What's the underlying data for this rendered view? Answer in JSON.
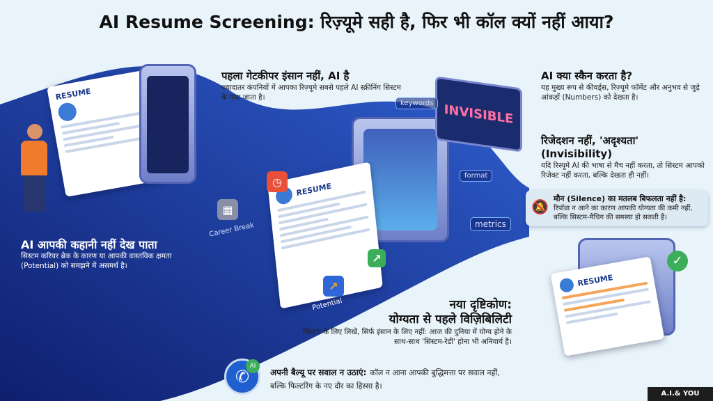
{
  "title": "AI Resume Screening: रिज़्यूमे सही है, फिर भी कॉल क्यों नहीं आया?",
  "sections": {
    "gatekeeper": {
      "heading": "पहला गेटकीपर इंसान नहीं, AI है",
      "body": "ज्यादातर कंपनियों में आपका रिज़्यूमे सबसे पहले AI स्क्रीनिंग सिस्टम के पास जाता है।"
    },
    "scan": {
      "heading": "AI क्या स्कैन करता है?",
      "body": "यह मुख्य रूप से कीवर्ड्स, रिज़्यूमे फॉर्मेट और अनुभव से जुड़े आंकड़ों (Numbers) को देखता है।"
    },
    "invisibility": {
      "heading": "रिजेदशन नहीं, 'अदृश्यता' (Invisibility)",
      "body": "यदि रिस्यूमे AI की भाषा से मैच नहीं करता, तो सिस्टम आपको रिजेक्ट नहीं करता, बल्कि देखता ही नहीं।"
    },
    "silence": {
      "heading": "मौन (Silence) का मतलब बिफलता नहीं है:",
      "body": "रिपॉन्रा न आने का कारण आपकी योग्यता की कमी नहीं, बल्कि सिस्टम-मैचिग की समस्या हो सकती है।"
    },
    "story": {
      "heading": "AI आपकी कहानी नहीं देख पाता",
      "body": "सिस्टम करियर ब्रेक के कारण या आपकी वास्तविक क्षमता (Potential) को समझने में असमर्थ है।"
    },
    "new_view": {
      "heading_1": "नया दृष्टिकोण:",
      "heading_2": "योग्यता से पहले विज़िबिलिटी",
      "body": "सिस्टम के लिए लिखें, सिर्फ इंसान के लिए नहीं: आज की दुनिया में योग्य होने के साथ-साथ 'सिस्टम-रेडी' होना भी अनिवार्य है।"
    },
    "value": {
      "heading": "अपनी बैल्यू पर सवाल न उठाएं:",
      "body": "कॉल न आना आपकी बुद्धिमत्ता पर सवाल नहीं, बल्कि फिल्टरिंग के नए दौर का हिस्सा है।"
    }
  },
  "illustration": {
    "resume_label": "RESUME",
    "keywords": "keywords",
    "invisible": "INVISIBLE",
    "format": "format",
    "metrics": "metrics",
    "career_break": "Career Break",
    "ai": "AI",
    "potential": "Potential",
    "call_badge": "AI"
  },
  "logo": "A.I.& YOU",
  "colors": {
    "background": "#e9f4fa",
    "wave": "#1d3a9a",
    "accent_red": "#e8503a",
    "invisible_pink": "#ff6fa0"
  }
}
